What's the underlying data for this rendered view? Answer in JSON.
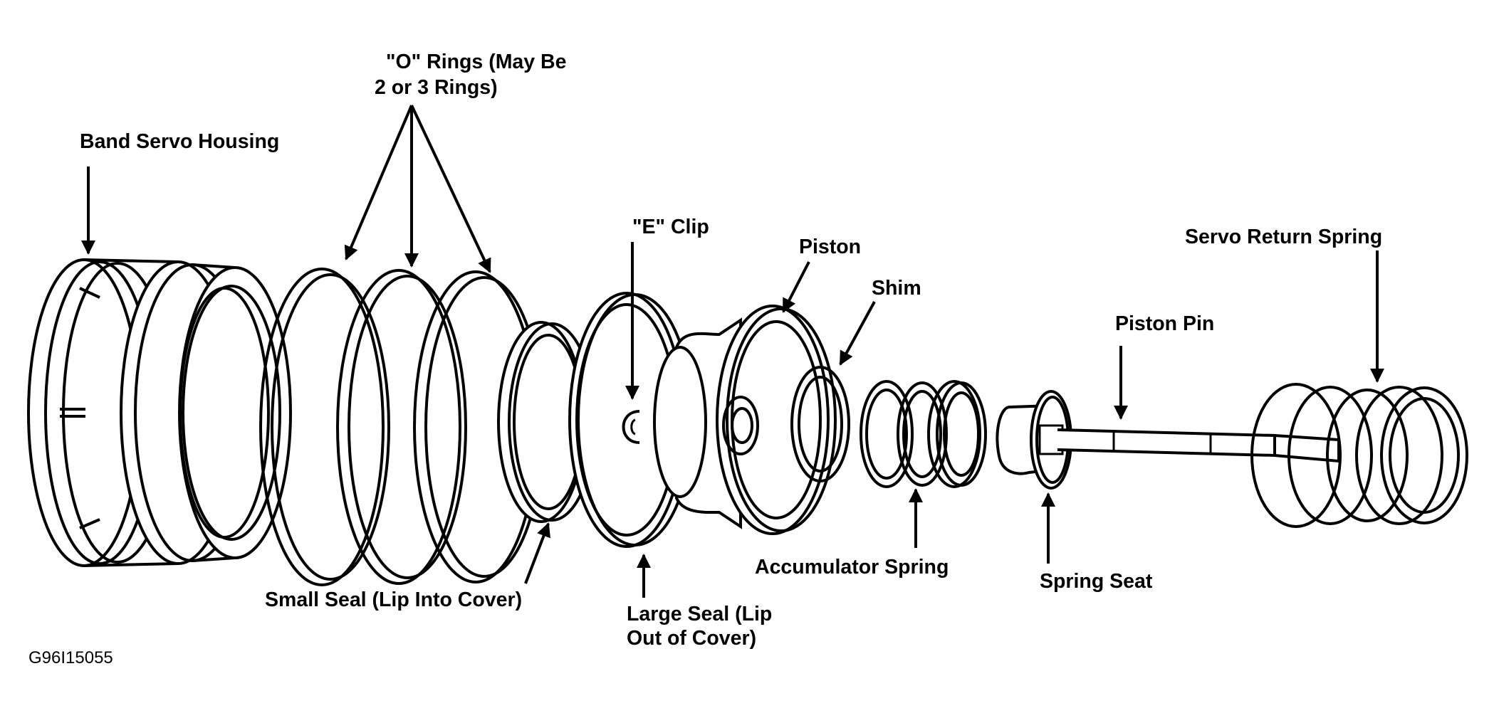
{
  "labels": {
    "band_servo_housing": "Band Servo Housing",
    "o_rings_line1": "\"O\" Rings (May Be",
    "o_rings_line2": "2 or 3 Rings)",
    "e_clip": "\"E\" Clip",
    "piston": "Piston",
    "shim": "Shim",
    "servo_return_spring": "Servo Return Spring",
    "piston_pin": "Piston Pin",
    "small_seal": "Small Seal (Lip Into Cover)",
    "large_seal_line1": "Large Seal (Lip",
    "large_seal_line2": "Out of Cover)",
    "accumulator_spring": "Accumulator Spring",
    "spring_seat": "Spring Seat"
  },
  "figure_code": "G96I15055"
}
